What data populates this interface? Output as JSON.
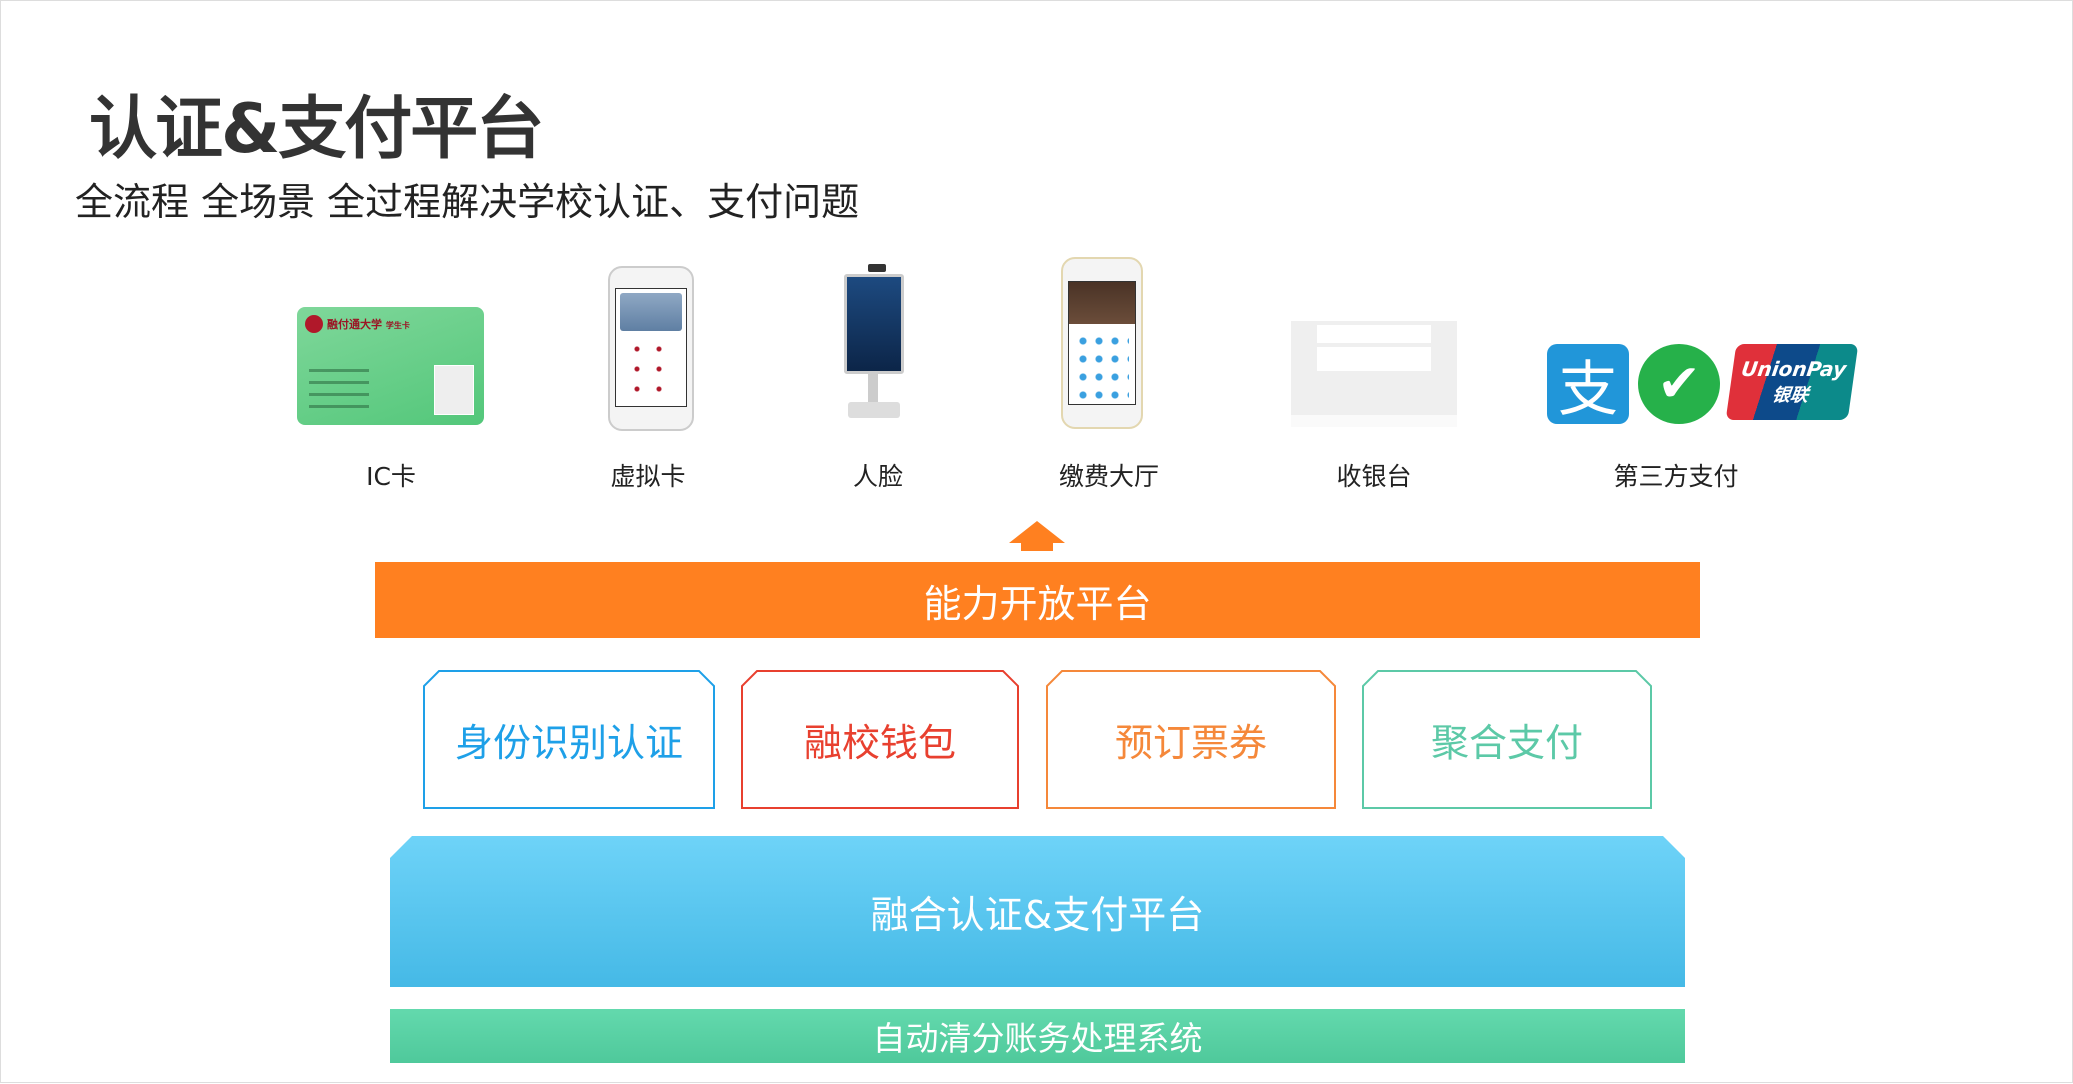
{
  "title": "认证&支付平台",
  "subtitle": "全流程 全场景 全过程解决学校认证、支付问题",
  "channels": [
    {
      "label": "IC卡",
      "icon": "ic-card-icon"
    },
    {
      "label": "虚拟卡",
      "icon": "virtual-card-phone-icon"
    },
    {
      "label": "人脸",
      "icon": "face-kiosk-icon"
    },
    {
      "label": "缴费大厅",
      "icon": "payment-hall-phone-icon"
    },
    {
      "label": "收银台",
      "icon": "cashier-screen-icon"
    },
    {
      "label": "第三方支付",
      "icon": "third-party-pay-icon"
    }
  ],
  "card": {
    "school": "融付通大学",
    "type": "学生卡"
  },
  "unionpay": {
    "en": "UnionPay",
    "cn": "银联"
  },
  "open_platform": "能力开放平台",
  "modules": [
    {
      "label": "身份识别认证",
      "color": "#1ea0e8"
    },
    {
      "label": "融校钱包",
      "color": "#e8402f"
    },
    {
      "label": "预订票券",
      "color": "#f5883a"
    },
    {
      "label": "聚合支付",
      "color": "#5cc9a7"
    }
  ],
  "platform": "融合认证&支付平台",
  "clearing": "自动清分账务处理系统"
}
